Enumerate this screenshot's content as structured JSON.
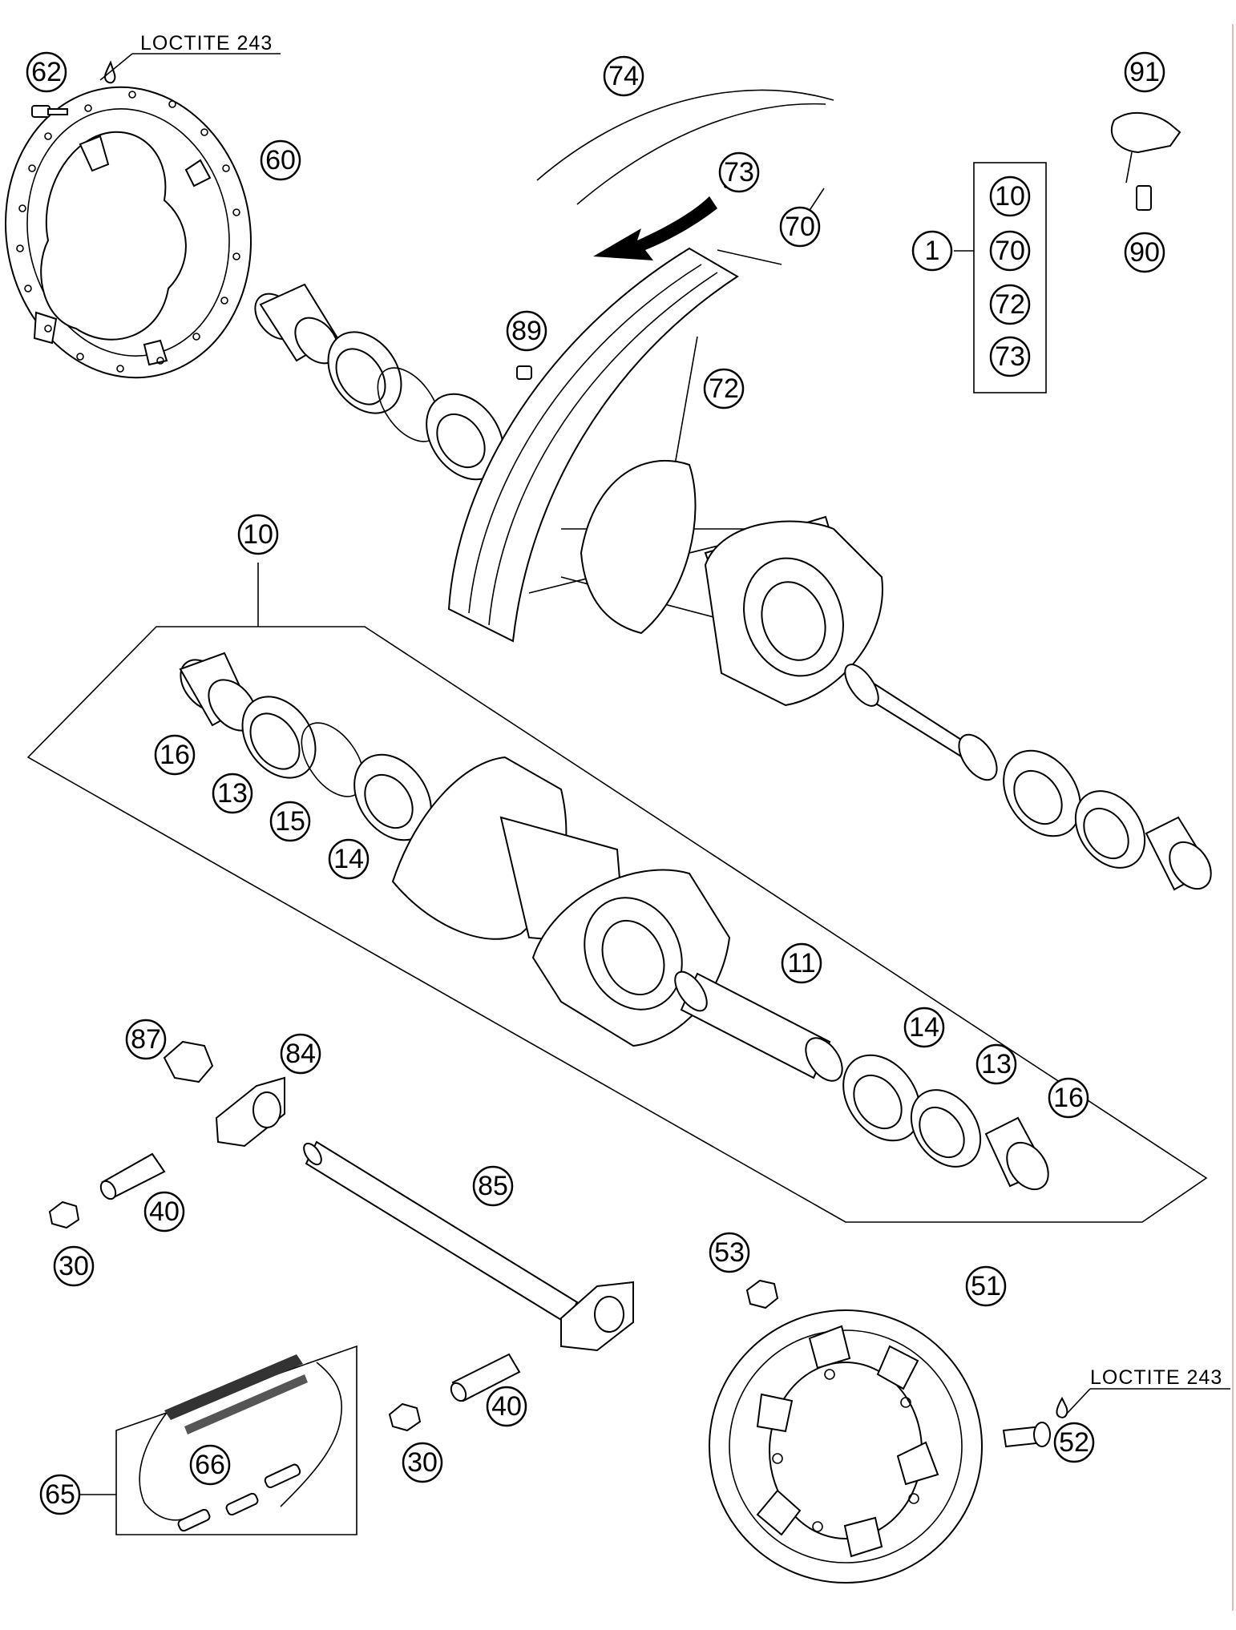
{
  "notes": {
    "loctite_top": "LOCTITE 243",
    "loctite_bottom": "LOCTITE 243"
  },
  "callouts": {
    "c62": "62",
    "c60": "60",
    "c74": "74",
    "c73a": "73",
    "c70a": "70",
    "c89": "89",
    "c72a": "72",
    "c1": "1",
    "k10": "10",
    "k70": "70",
    "k72": "72",
    "k73": "73",
    "c91": "91",
    "c90": "90",
    "c10": "10",
    "c16a": "16",
    "c13a": "13",
    "c15": "15",
    "c14a": "14",
    "c11": "11",
    "c14b": "14",
    "c13b": "13",
    "c16b": "16",
    "c87": "87",
    "c84": "84",
    "c85": "85",
    "c40a": "40",
    "c30a": "30",
    "c53": "53",
    "c51": "51",
    "c52": "52",
    "c40b": "40",
    "c30b": "30",
    "c66": "66",
    "c65": "65"
  }
}
